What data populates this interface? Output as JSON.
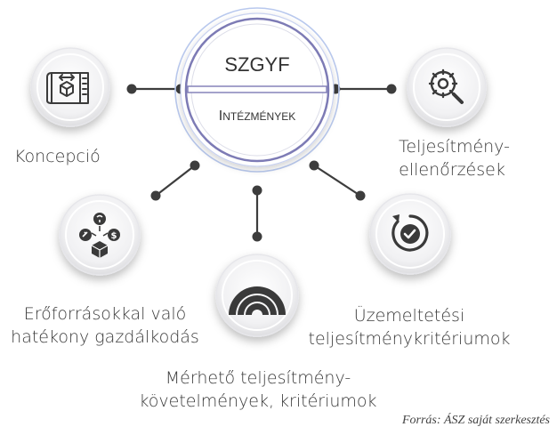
{
  "center": {
    "top_text": "SZGYF",
    "bottom_text": "Intézmények"
  },
  "nodes": [
    {
      "id": "koncepcio",
      "icon": "blueprint-icon",
      "lines": [
        "Koncepció"
      ]
    },
    {
      "id": "teljesitmeny-ellenorzesek",
      "icon": "magnifier-gear-icon",
      "lines": [
        "Teljesítmény-",
        "ellenőrzések"
      ]
    },
    {
      "id": "eroforrasok",
      "icon": "resources-icon",
      "lines": [
        "Erőforrásokkal való",
        "hatékony gazdálkodás"
      ]
    },
    {
      "id": "merheto",
      "icon": "gauge-arcs-icon",
      "lines": [
        "Mérhető teljesítmény-",
        "követelmények, kritériumok"
      ]
    },
    {
      "id": "uzemeltetesi",
      "icon": "refresh-check-icon",
      "lines": [
        "Üzemeltetési",
        "teljesítménykritériumok"
      ]
    }
  ],
  "source": "Forrás: ÁSZ saját szerkesztés",
  "colors": {
    "ring": "#7d7bb5",
    "ring_light": "#b9c9ee",
    "connector": "#3d3d3d",
    "icon": "#3a3a3a",
    "circle_fill": "#f3f3f4"
  }
}
